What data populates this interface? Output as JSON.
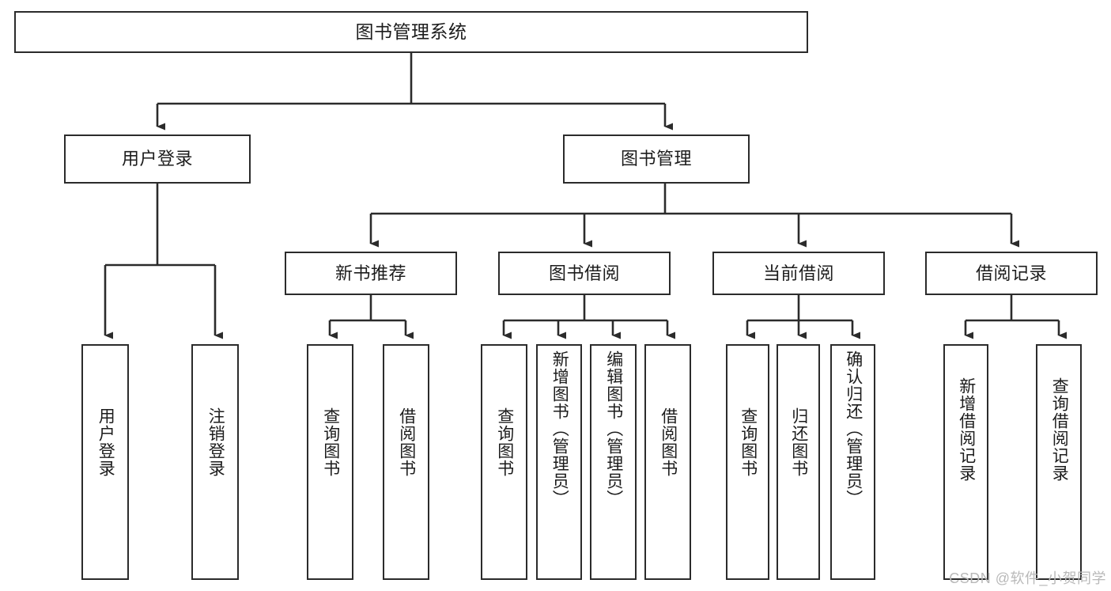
{
  "diagram": {
    "title": "图书管理系统",
    "watermark": "CSDN @软件_小贺同学",
    "colors": {
      "stroke": "#2b2b2b",
      "fill": "#ffffff",
      "text": "#1c1c1c",
      "watermark": "#b9b9b9"
    },
    "nodes": {
      "root": {
        "label": "图书管理系统"
      },
      "level1": [
        {
          "label": "用户登录"
        },
        {
          "label": "图书管理"
        }
      ],
      "level2": [
        {
          "label": "新书推荐"
        },
        {
          "label": "图书借阅"
        },
        {
          "label": "当前借阅"
        },
        {
          "label": "借阅记录"
        }
      ],
      "leaves": {
        "user_login": [
          {
            "label": "用户登录"
          },
          {
            "label": "注销登录"
          }
        ],
        "new_book": [
          {
            "label": "查询图书"
          },
          {
            "label": "借阅图书"
          }
        ],
        "book_borrow": [
          {
            "label": "查询图书"
          },
          {
            "label": "新增图书（管理员）"
          },
          {
            "label": "编辑图书（管理员）"
          },
          {
            "label": "借阅图书"
          }
        ],
        "current_borrow": [
          {
            "label": "查询图书"
          },
          {
            "label": "归还图书"
          },
          {
            "label": "确认归还（管理员）"
          }
        ],
        "borrow_record": [
          {
            "label": "新增借阅记录"
          },
          {
            "label": "查询借阅记录"
          }
        ]
      }
    }
  }
}
